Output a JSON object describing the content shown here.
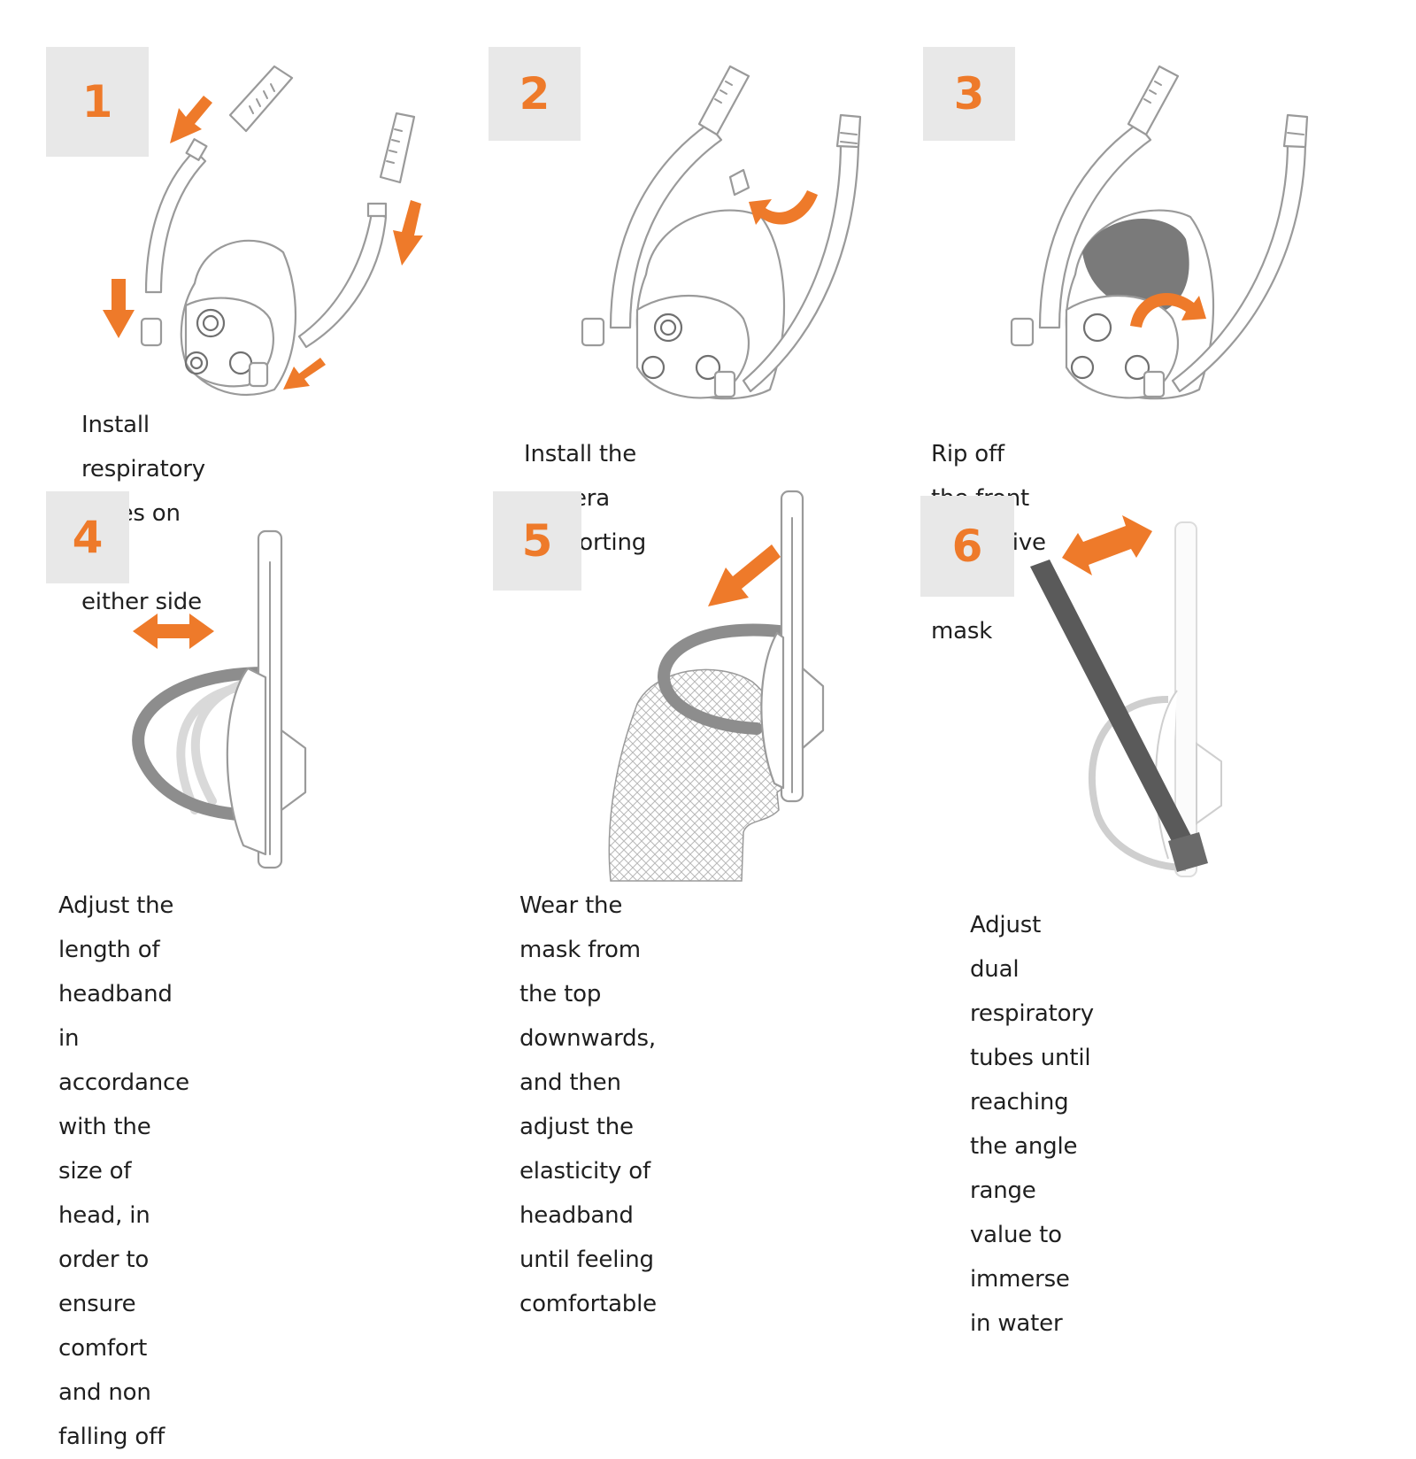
{
  "colors": {
    "accent": "#ee7a2a",
    "badge_bg": "#e8e8e8",
    "line": "#9a9a9a",
    "band": "#8d8d8d"
  },
  "steps": [
    {
      "number": "1",
      "lines": [
        "Install respiratory tubes on the",
        "either side"
      ]
    },
    {
      "number": "2",
      "lines": [
        "Install the camera supporting"
      ]
    },
    {
      "number": "3",
      "lines": [
        "Rip off the front protective film of mask"
      ]
    },
    {
      "number": "4",
      "lines": [
        "Adjust the length of headband in",
        "accordance with the size of head, in",
        "order to ensure comfort and non",
        "falling off"
      ]
    },
    {
      "number": "5",
      "lines": [
        "Wear the mask from the top",
        "downwards, and then adjust the",
        "elasticity of headband until feeling",
        "comfortable"
      ]
    },
    {
      "number": "6",
      "lines": [
        "Adjust dual respiratory tubes until",
        "reaching the angle range value to",
        "immerse in water"
      ]
    }
  ]
}
